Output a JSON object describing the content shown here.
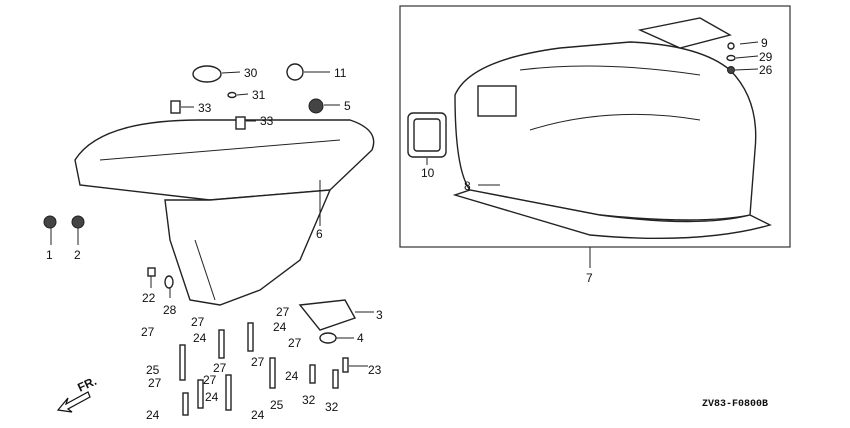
{
  "diagram_code": "ZV83-F0800B",
  "direction_label": "FR.",
  "callouts": [
    "30",
    "11",
    "31",
    "33",
    "33",
    "5",
    "6",
    "1",
    "2",
    "22",
    "28",
    "27",
    "27",
    "3",
    "27",
    "24",
    "24",
    "4",
    "27",
    "25",
    "27",
    "27",
    "24",
    "23",
    "27",
    "27",
    "24",
    "25",
    "32",
    "32",
    "24",
    "24",
    "9",
    "29",
    "26",
    "10",
    "8",
    "7"
  ]
}
